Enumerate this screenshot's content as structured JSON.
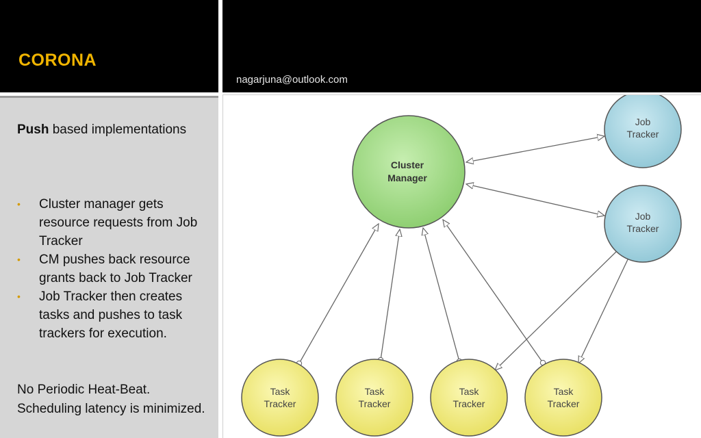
{
  "slide": {
    "title": "CORONA",
    "email": "nagarjuna@outlook.com"
  },
  "left": {
    "intro_bold": "Push",
    "intro_rest": " based implementations",
    "bullets": [
      "Cluster manager gets resource requests from Job Tracker",
      "CM pushes back resource grants back to Job Tracker",
      "Job Tracker then creates tasks and pushes to task trackers for execution."
    ],
    "closing_line1": "No Periodic Heat-Beat.",
    "closing_line2": "Scheduling latency is minimized."
  },
  "diagram": {
    "nodes": {
      "cluster_manager": {
        "line1": "Cluster",
        "line2": "Manager"
      },
      "job_tracker_1": {
        "line1": "Job",
        "line2": "Tracker"
      },
      "job_tracker_2": {
        "line1": "Job",
        "line2": "Tracker"
      },
      "task_tracker_1": {
        "line1": "Task",
        "line2": "Tracker"
      },
      "task_tracker_2": {
        "line1": "Task",
        "line2": "Tracker"
      },
      "task_tracker_3": {
        "line1": "Task",
        "line2": "Tracker"
      },
      "task_tracker_4": {
        "line1": "Task",
        "line2": "Tracker"
      }
    },
    "colors": {
      "cluster_manager": "#a8dc8e",
      "job_tracker": "#a9d7e3",
      "task_tracker": "#f5f08a",
      "edge": "#666666"
    }
  }
}
